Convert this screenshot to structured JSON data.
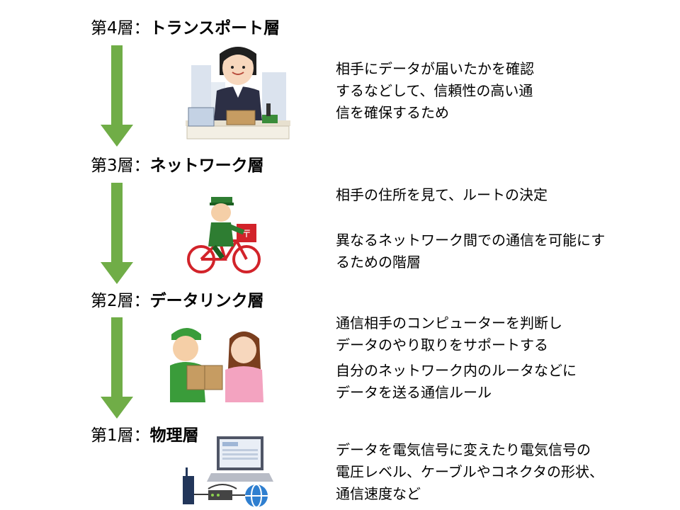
{
  "layers": [
    {
      "prefix": "第4層：",
      "name": "トランスポート層",
      "descriptions": [
        [
          "相手にデータが届いたかを確認",
          "するなどして、信頼性の高い通",
          "信を確保するため"
        ]
      ]
    },
    {
      "prefix": "第3層：",
      "name": "ネットワーク層",
      "descriptions": [
        [
          "相手の住所を見て、ルートの決定"
        ],
        [
          "異なるネットワーク間での通信を可能にす",
          "るための階層"
        ]
      ]
    },
    {
      "prefix": "第2層：",
      "name": "データリンク層",
      "descriptions": [
        [
          "通信相手のコンピューターを判断し",
          "データのやり取りをサポートする"
        ],
        [
          "自分のネットワーク内のルータなどに",
          "データを送る通信ルール"
        ]
      ]
    },
    {
      "prefix": "第1層：",
      "name": "物理層",
      "descriptions": [
        [
          "データを電気信号に変えたり電気信号の",
          "電圧レベル、ケーブルやコネクタの形状、",
          "通信速度など"
        ]
      ]
    }
  ],
  "colors": {
    "arrow": "#70ad47",
    "text": "#000000"
  },
  "icons": [
    "reception-desk-clerk-illustration",
    "postman-bicycle-illustration",
    "delivery-handover-illustration",
    "laptop-router-globe-illustration"
  ]
}
